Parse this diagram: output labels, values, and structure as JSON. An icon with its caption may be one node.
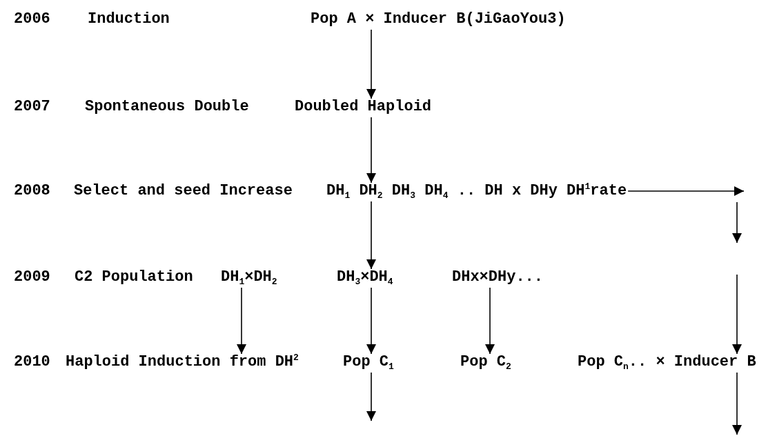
{
  "diagram": {
    "nodes": [
      {
        "text": [
          "Pop A × Inducer B(JiGaoYou3)"
        ]
      },
      {
        "text": [
          "Doubled Haploid"
        ]
      },
      {
        "text": [
          "DH$_{1}$ DH$_{2}$ DH$_{3}$ DH$_{4}$ .. DH x DHy DH$^{1}$rate"
        ]
      },
      {
        "text": [
          "DH$_{1}$×DH$_{2}$"
        ]
      },
      {
        "text": [
          "DH$_{3}$×DH$_{4}$"
        ]
      },
      {
        "text": [
          "DHx×DHy..."
        ]
      },
      {
        "text": [
          "Haploid Induction from DH$^{2}$"
        ]
      },
      {
        "text": [
          "Pop C$_{1}$"
        ]
      },
      {
        "text": [
          "Pop C$_{2}$"
        ]
      },
      {
        "text": [
          "Pop C$_{n}$.. × Inducer B"
        ]
      }
    ],
    "edges": [
      {
        "from": 0,
        "to": 1,
        "arrow": "to"
      },
      {
        "from": 1,
        "to": 2,
        "arrow": "to"
      },
      {
        "from": 2,
        "to": null,
        "arrow": "to"
      },
      {
        "from": 2,
        "to": 4,
        "arrow": "to"
      },
      {
        "from": 3,
        "to": 6,
        "arrow": "to"
      },
      {
        "from": 4,
        "to": 7,
        "arrow": "to"
      },
      {
        "from": 5,
        "to": 8,
        "arrow": "to"
      },
      {
        "from": null,
        "to": 9,
        "arrow": "to"
      },
      {
        "from": 7,
        "to": null,
        "arrow": "to"
      },
      {
        "from": 9,
        "to": null,
        "arrow": "to"
      }
    ],
    "labels": [
      "2006",
      "Induction",
      "2007",
      "Spontaneous Double",
      "2008",
      "Select and seed Increase",
      "2009",
      "C2 Population",
      "2010"
    ]
  }
}
